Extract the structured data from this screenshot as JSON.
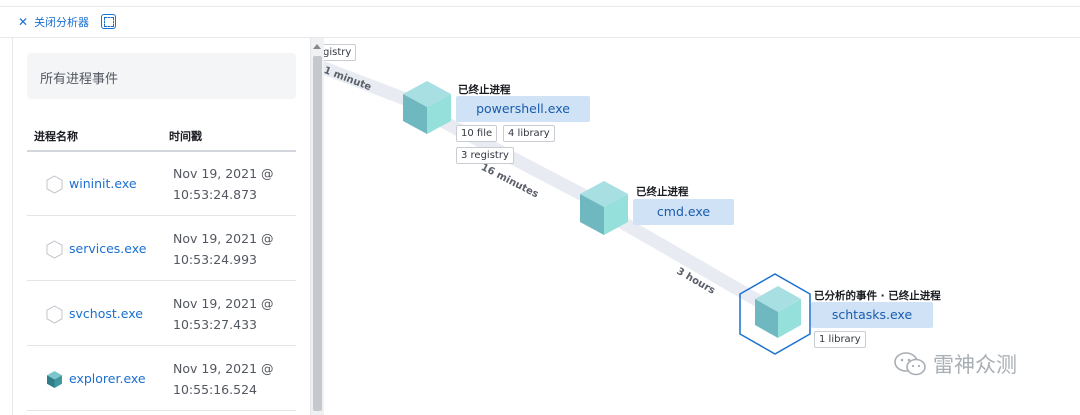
{
  "toolbar": {
    "close_label": "关闭分析器"
  },
  "panel": {
    "title": "所有进程事件",
    "col_name": "进程名称",
    "col_time": "时间戳",
    "rows": [
      {
        "name": "wininit.exe",
        "time": "Nov 19, 2021 @ 10:53:24.873"
      },
      {
        "name": "services.exe",
        "time": "Nov 19, 2021 @ 10:53:24.993"
      },
      {
        "name": "svchost.exe",
        "time": "Nov 19, 2021 @ 10:53:27.433"
      },
      {
        "name": "explorer.exe",
        "time": "Nov 19, 2021 @ 10:55:16.524"
      }
    ]
  },
  "graph": {
    "top_pill": "gistry",
    "edge1": "1 minute",
    "edge2": "16 minutes",
    "edge3": "3 hours",
    "nodes": [
      {
        "state": "已终止进程",
        "name": "powershell.exe",
        "pills": [
          "10 file",
          "4 library",
          "3 registry"
        ]
      },
      {
        "state": "已终止进程",
        "name": "cmd.exe",
        "pills": []
      },
      {
        "state": "已分析的事件 · 已终止进程",
        "name": "schtasks.exe",
        "pills": [
          "1 library"
        ]
      }
    ]
  },
  "watermark": "雷神众测"
}
